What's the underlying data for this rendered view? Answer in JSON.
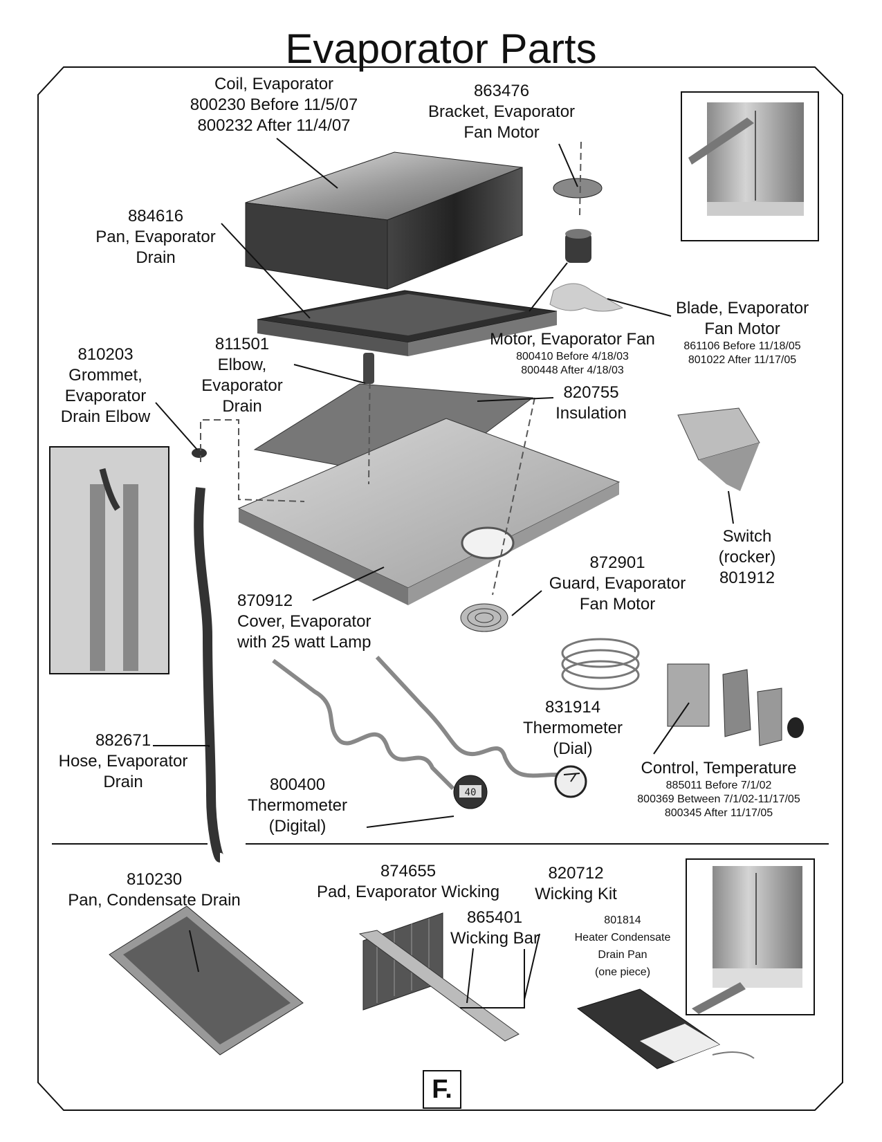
{
  "title": "Evaporator Parts",
  "page_letter": "F.",
  "parts": [
    {
      "key": "coil",
      "lines": [
        "Coil, Evaporator",
        "800230 Before 11/5/07",
        "800232 After 11/4/07"
      ]
    },
    {
      "key": "bracket",
      "lines": [
        "863476",
        "Bracket, Evaporator",
        "Fan Motor"
      ]
    },
    {
      "key": "drain-pan",
      "lines": [
        "884616",
        "Pan, Evaporator",
        "Drain"
      ]
    },
    {
      "key": "grommet",
      "lines": [
        "810203",
        "Grommet,",
        "Evaporator",
        "Drain Elbow"
      ]
    },
    {
      "key": "elbow",
      "lines": [
        "811501",
        "Elbow,",
        "Evaporator",
        "Drain"
      ]
    },
    {
      "key": "motor",
      "lines": [
        "Motor, Evaporator Fan"
      ],
      "small": [
        "800410 Before 4/18/03",
        "800448 After 4/18/03"
      ]
    },
    {
      "key": "blade",
      "lines": [
        "Blade, Evaporator",
        "Fan Motor"
      ],
      "small": [
        "861106 Before 11/18/05",
        "801022 After 11/17/05"
      ]
    },
    {
      "key": "insulation",
      "lines": [
        "820755",
        "Insulation"
      ]
    },
    {
      "key": "switch",
      "lines": [
        "Switch",
        "(rocker)",
        "801912"
      ]
    },
    {
      "key": "guard",
      "lines": [
        "872901",
        "Guard, Evaporator",
        "Fan Motor"
      ]
    },
    {
      "key": "cover",
      "lines": [
        "870912",
        "Cover, Evaporator",
        "with 25 watt Lamp"
      ]
    },
    {
      "key": "thermo-dial",
      "lines": [
        "831914",
        "Thermometer",
        "(Dial)"
      ]
    },
    {
      "key": "hose",
      "lines": [
        "882671",
        "Hose, Evaporator",
        "Drain"
      ]
    },
    {
      "key": "control",
      "lines": [
        "Control, Temperature"
      ],
      "small": [
        "885011 Before 7/1/02",
        "800369 Between 7/1/02-11/17/05",
        "800345 After 11/17/05"
      ]
    },
    {
      "key": "thermo-digital",
      "lines": [
        "800400",
        "Thermometer",
        "(Digital)"
      ]
    },
    {
      "key": "condensate-pan",
      "lines": [
        "810230",
        "Pan, Condensate Drain"
      ]
    },
    {
      "key": "wicking-pad",
      "lines": [
        "874655",
        "Pad, Evaporator Wicking"
      ]
    },
    {
      "key": "wicking-kit",
      "lines": [
        "820712",
        "Wicking Kit"
      ]
    },
    {
      "key": "wicking-bar",
      "lines": [
        "865401",
        "Wicking Bar"
      ]
    },
    {
      "key": "heater-pan",
      "small": [
        "801814",
        "Heater Condensate",
        "Drain Pan",
        "(one piece)"
      ]
    }
  ],
  "digital_readout": "40"
}
